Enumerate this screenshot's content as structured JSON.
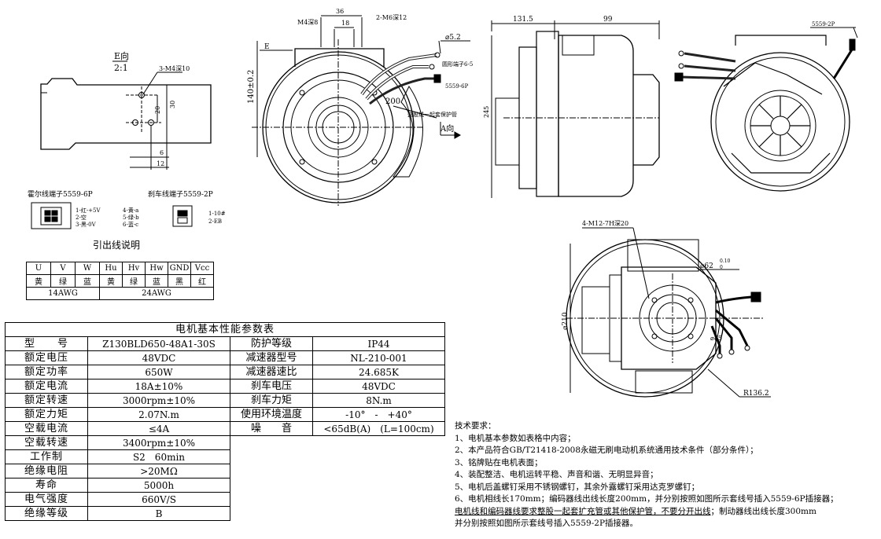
{
  "e_view": {
    "title": "E向",
    "scale": "2:1",
    "hole_note": "3-M4深10",
    "dim_30": "30",
    "dim_20": "20",
    "dim_6": "6",
    "dim_12": "12"
  },
  "front_view": {
    "dim_36": "36",
    "dim_18": "18",
    "m4_note": "M4深8",
    "m6_note": "2-M6深12",
    "dia_note": "⌀5.2",
    "ring_terminal": "圆形端子6-5",
    "connector": "5559-6P",
    "cable_note": "整股线一起套保护管",
    "dim_200": "200",
    "a_view": "A向",
    "e_mark": "E",
    "dim_140": "140±0.2"
  },
  "side_view": {
    "dim_131_5": "131.5",
    "dim_99": "99",
    "dim_245": "245"
  },
  "rear_view": {
    "connector": "5559-2P"
  },
  "hall": {
    "title": "霍尔线端子5559-6P",
    "legend": [
      "1-红-+5V",
      "4-黄-a",
      "2-空",
      "5-绿-b",
      "3-黑-0V",
      "6-蓝-c"
    ]
  },
  "brake": {
    "title": "刹车线端子5559-2P",
    "legend": [
      "1-10#",
      "2-EB"
    ]
  },
  "outlet": {
    "title": "引出线说明",
    "headers": [
      "U",
      "V",
      "W",
      "Hu",
      "Hv",
      "Hw",
      "GND",
      "Vcc"
    ],
    "colors": [
      "黄",
      "绿",
      "蓝",
      "黄",
      "绿",
      "蓝",
      "黑",
      "红"
    ],
    "gauge_a": "14AWG",
    "gauge_b": "24AWG"
  },
  "view_a": {
    "bolt_note": "4-M12-7H深20",
    "dia_62": "⌀62",
    "tol_upper": "0.10",
    "tol_lower": "0",
    "dia_210": "⌀210",
    "dia_85": "⌀85",
    "r_136": "R136.2"
  },
  "params": {
    "title": "电机基本性能参数表",
    "rows": [
      [
        "型　　号",
        "Z130BLD650-48A1-30S",
        "防护等级",
        "IP44"
      ],
      [
        "额定电压",
        "48VDC",
        "减速器型号",
        "NL-210-001"
      ],
      [
        "额定功率",
        "650W",
        "减速器速比",
        "24.685K"
      ],
      [
        "额定电流",
        "18A±10%",
        "刹车电压",
        "48VDC"
      ],
      [
        "额定转速",
        "3000rpm±10%",
        "刹车力矩",
        "8N.m"
      ],
      [
        "额定力矩",
        "2.07N.m",
        "使用环境温度",
        "-10°　-　+40°"
      ],
      [
        "空载电流",
        "≤4A",
        "噪　　音",
        "<65dB(A)　(L=100cm)"
      ],
      [
        "空载转速",
        "3400rpm±10%"
      ],
      [
        "工作制",
        "S2　60min"
      ],
      [
        "绝缘电阻",
        ">20MΩ"
      ],
      [
        "寿命",
        "5000h"
      ],
      [
        "电气强度",
        "660V/S"
      ],
      [
        "绝缘等级",
        "B"
      ]
    ]
  },
  "tech": {
    "title": "技术要求：",
    "lines": [
      "1、电机基本参数如表格中内容；",
      "2、本产品符合GB/T21418-2008永磁无刷电动机系统通用技术条件（部分条件）；",
      "3、铭牌贴在电机表面；",
      "4、装配整洁、电机运转平稳、声音和谐、无明显异音；",
      "5、电机后盖螺钉采用不锈钢螺钉，其余外露螺钉采用达克罗螺钉；",
      "6、电机相线长170mm；编码器线出线长度200mm，并分别按照如图所示套线号插入5559-6P插接器；"
    ],
    "line7_underlined": "电机线和编码器线要求整股一起套扩充管或其他保护管，不要分开出线",
    "line7_rest": "；制动器线出线长度300mm",
    "line8": "并分别按照如图所示套线号插入5559-2P插接器。"
  }
}
